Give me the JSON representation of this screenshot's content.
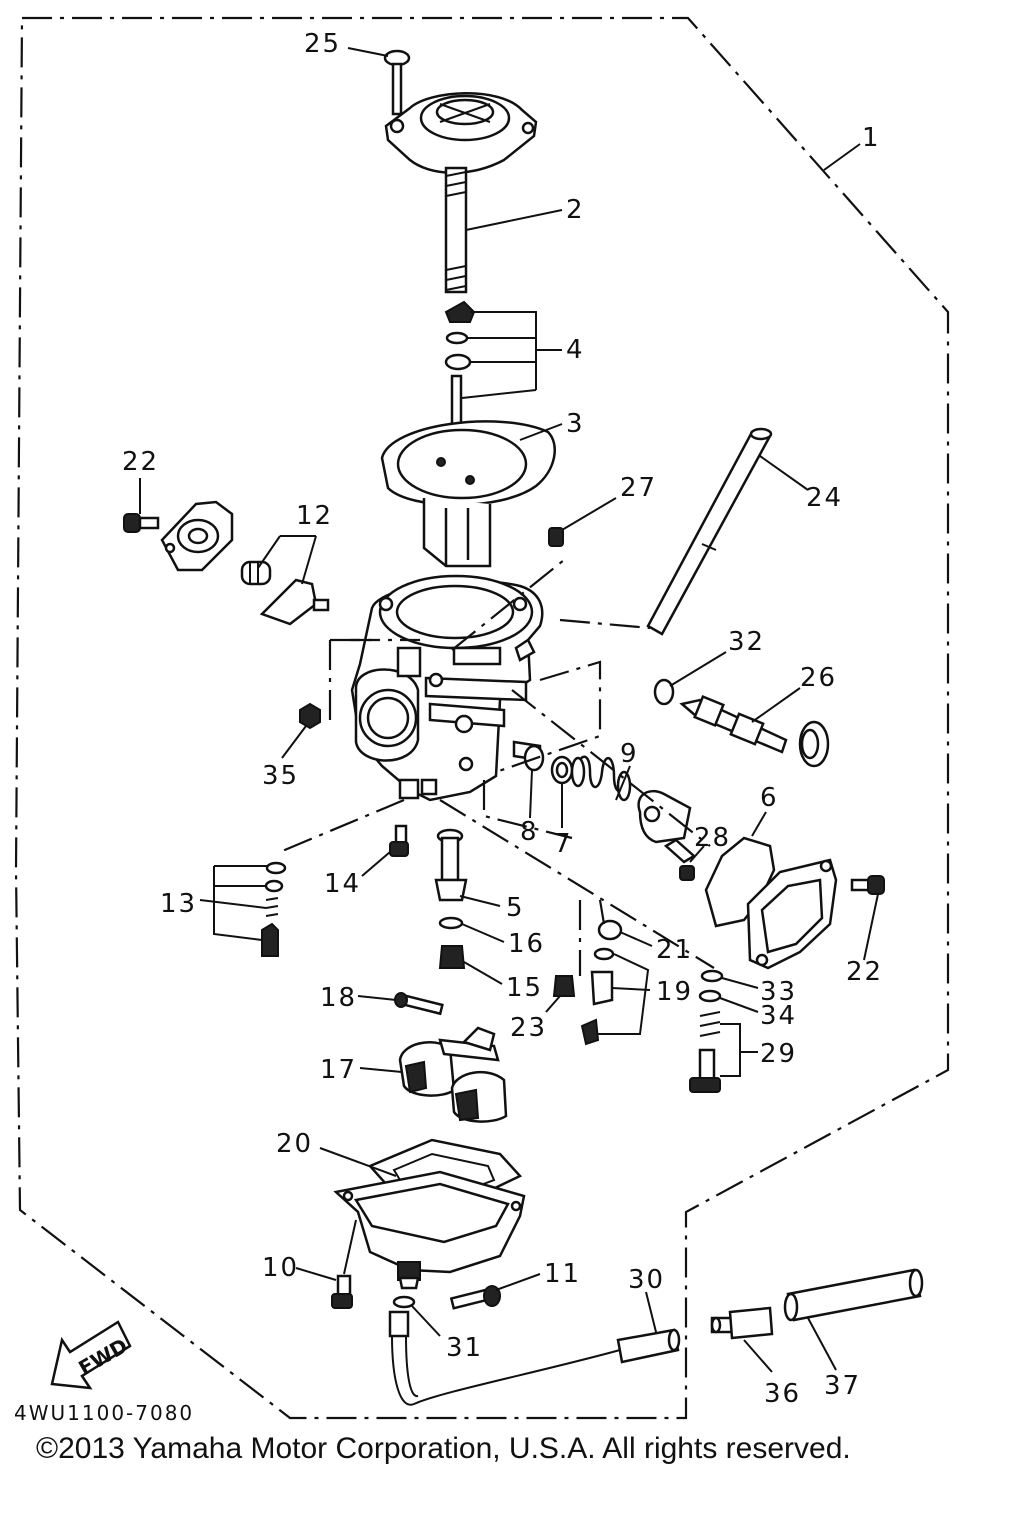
{
  "callouts": {
    "c1": "1",
    "c2": "2",
    "c3": "3",
    "c4": "4",
    "c5": "5",
    "c6": "6",
    "c7": "7",
    "c8": "8",
    "c9": "9",
    "c10": "10",
    "c11": "11",
    "c12": "12",
    "c13": "13",
    "c14": "14",
    "c15": "15",
    "c16": "16",
    "c17": "17",
    "c18": "18",
    "c19": "19",
    "c20": "20",
    "c21": "21",
    "c22a": "22",
    "c22b": "22",
    "c23": "23",
    "c24": "24",
    "c25": "25",
    "c26": "26",
    "c27": "27",
    "c28": "28",
    "c29": "29",
    "c30": "30",
    "c31": "31",
    "c32": "32",
    "c33": "33",
    "c34": "34",
    "c35": "35",
    "c36": "36",
    "c37": "37"
  },
  "fwd_label": "FWD",
  "diagram_code": "4WU1100-7080",
  "copyright": "©2013 Yamaha Motor Corporation, U.S.A. All rights reserved.",
  "icons": {
    "fwd_arrow": "fwd-arrow-icon"
  }
}
